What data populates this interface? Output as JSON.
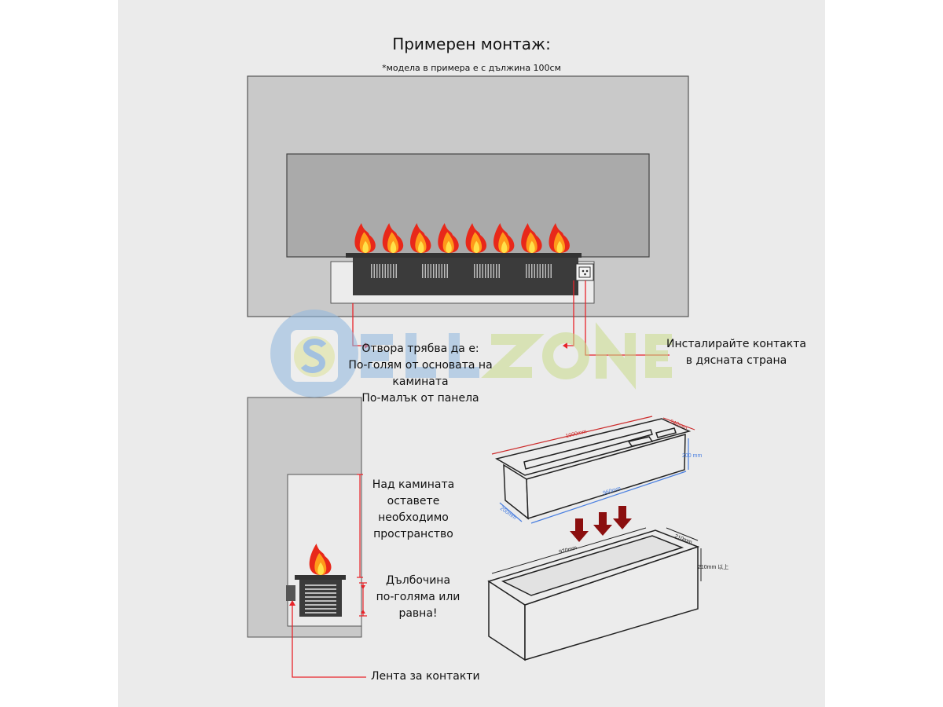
{
  "title": "Примерен монтаж:",
  "subtitle": "*модела в примера е с дължина 100см",
  "front_labels": {
    "opening": [
      "Отвора трябва да е:",
      "По-голям от основата на",
      "камината",
      "По-малък от панела"
    ],
    "socket": [
      "Инсталирайте контакта",
      "в дясната страна"
    ]
  },
  "side_labels": {
    "space": [
      "Над камината",
      "оставете",
      "необходимо",
      "пространство"
    ],
    "depth": [
      "Дълбочина",
      "по-голяма или",
      "равна!"
    ],
    "strip": "Лента за контакти"
  },
  "dimensions": {
    "length": "1000mm",
    "width": "240mm",
    "height": "200 mm",
    "body_length": "960mm",
    "body_width": "200mm",
    "niche_length": "970mm",
    "niche_width": "210mm",
    "niche_height": "210mm 以上"
  },
  "watermark": "SELLZONE",
  "colors": {
    "callout": "#e8242a",
    "arrow": "#8b0f0f",
    "dim_red": "#cc2b2b",
    "dim_blue": "#4a7fe0"
  }
}
